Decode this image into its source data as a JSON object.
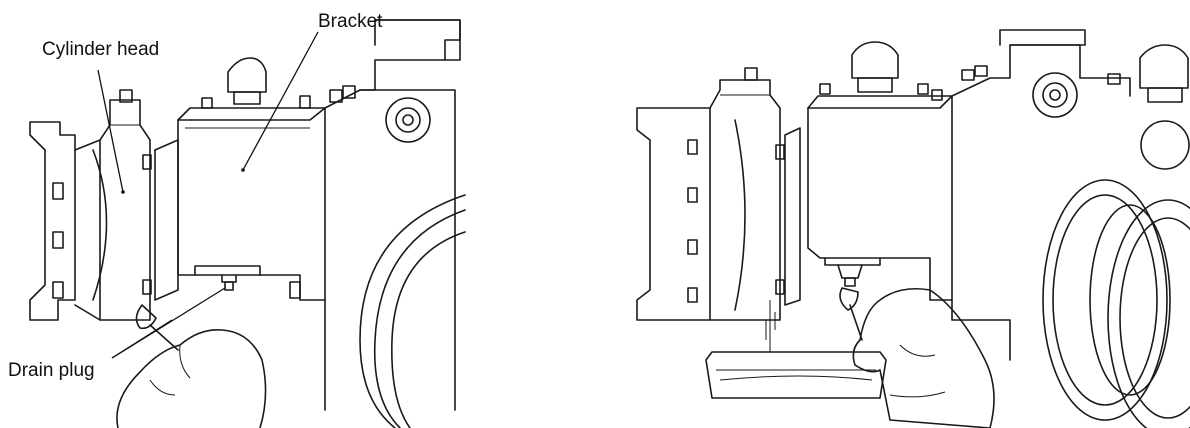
{
  "left_figure": {
    "labels": {
      "cylinder_head": "Cylinder head",
      "bracket": "Bracket",
      "drain_plug": "Drain plug"
    }
  },
  "right_figure": {}
}
